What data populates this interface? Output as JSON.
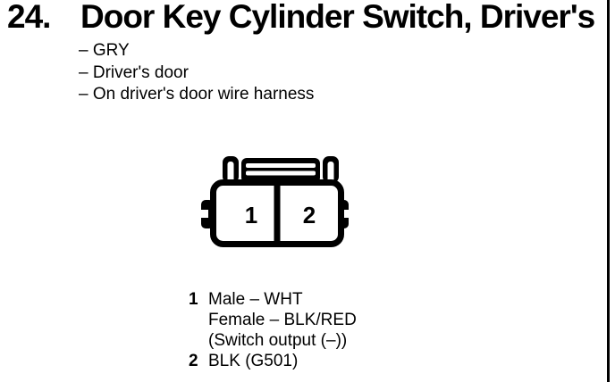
{
  "document": {
    "item_number": "24.",
    "title": "Door Key Cylinder Switch, Driver's",
    "attributes": [
      "– GRY",
      "– Driver's door",
      "– On driver's door wire harness"
    ]
  },
  "connector": {
    "type": "2-cavity connector, female view",
    "cavity_labels": [
      "1",
      "2"
    ]
  },
  "pin_notes": [
    {
      "num": "1",
      "lines": [
        "Male – WHT",
        "Female – BLK/RED",
        "(Switch output (–))"
      ]
    },
    {
      "num": "2",
      "lines": [
        "BLK (G501)"
      ]
    }
  ],
  "colors": {
    "ink": "#000000",
    "paper": "#ffffff"
  }
}
